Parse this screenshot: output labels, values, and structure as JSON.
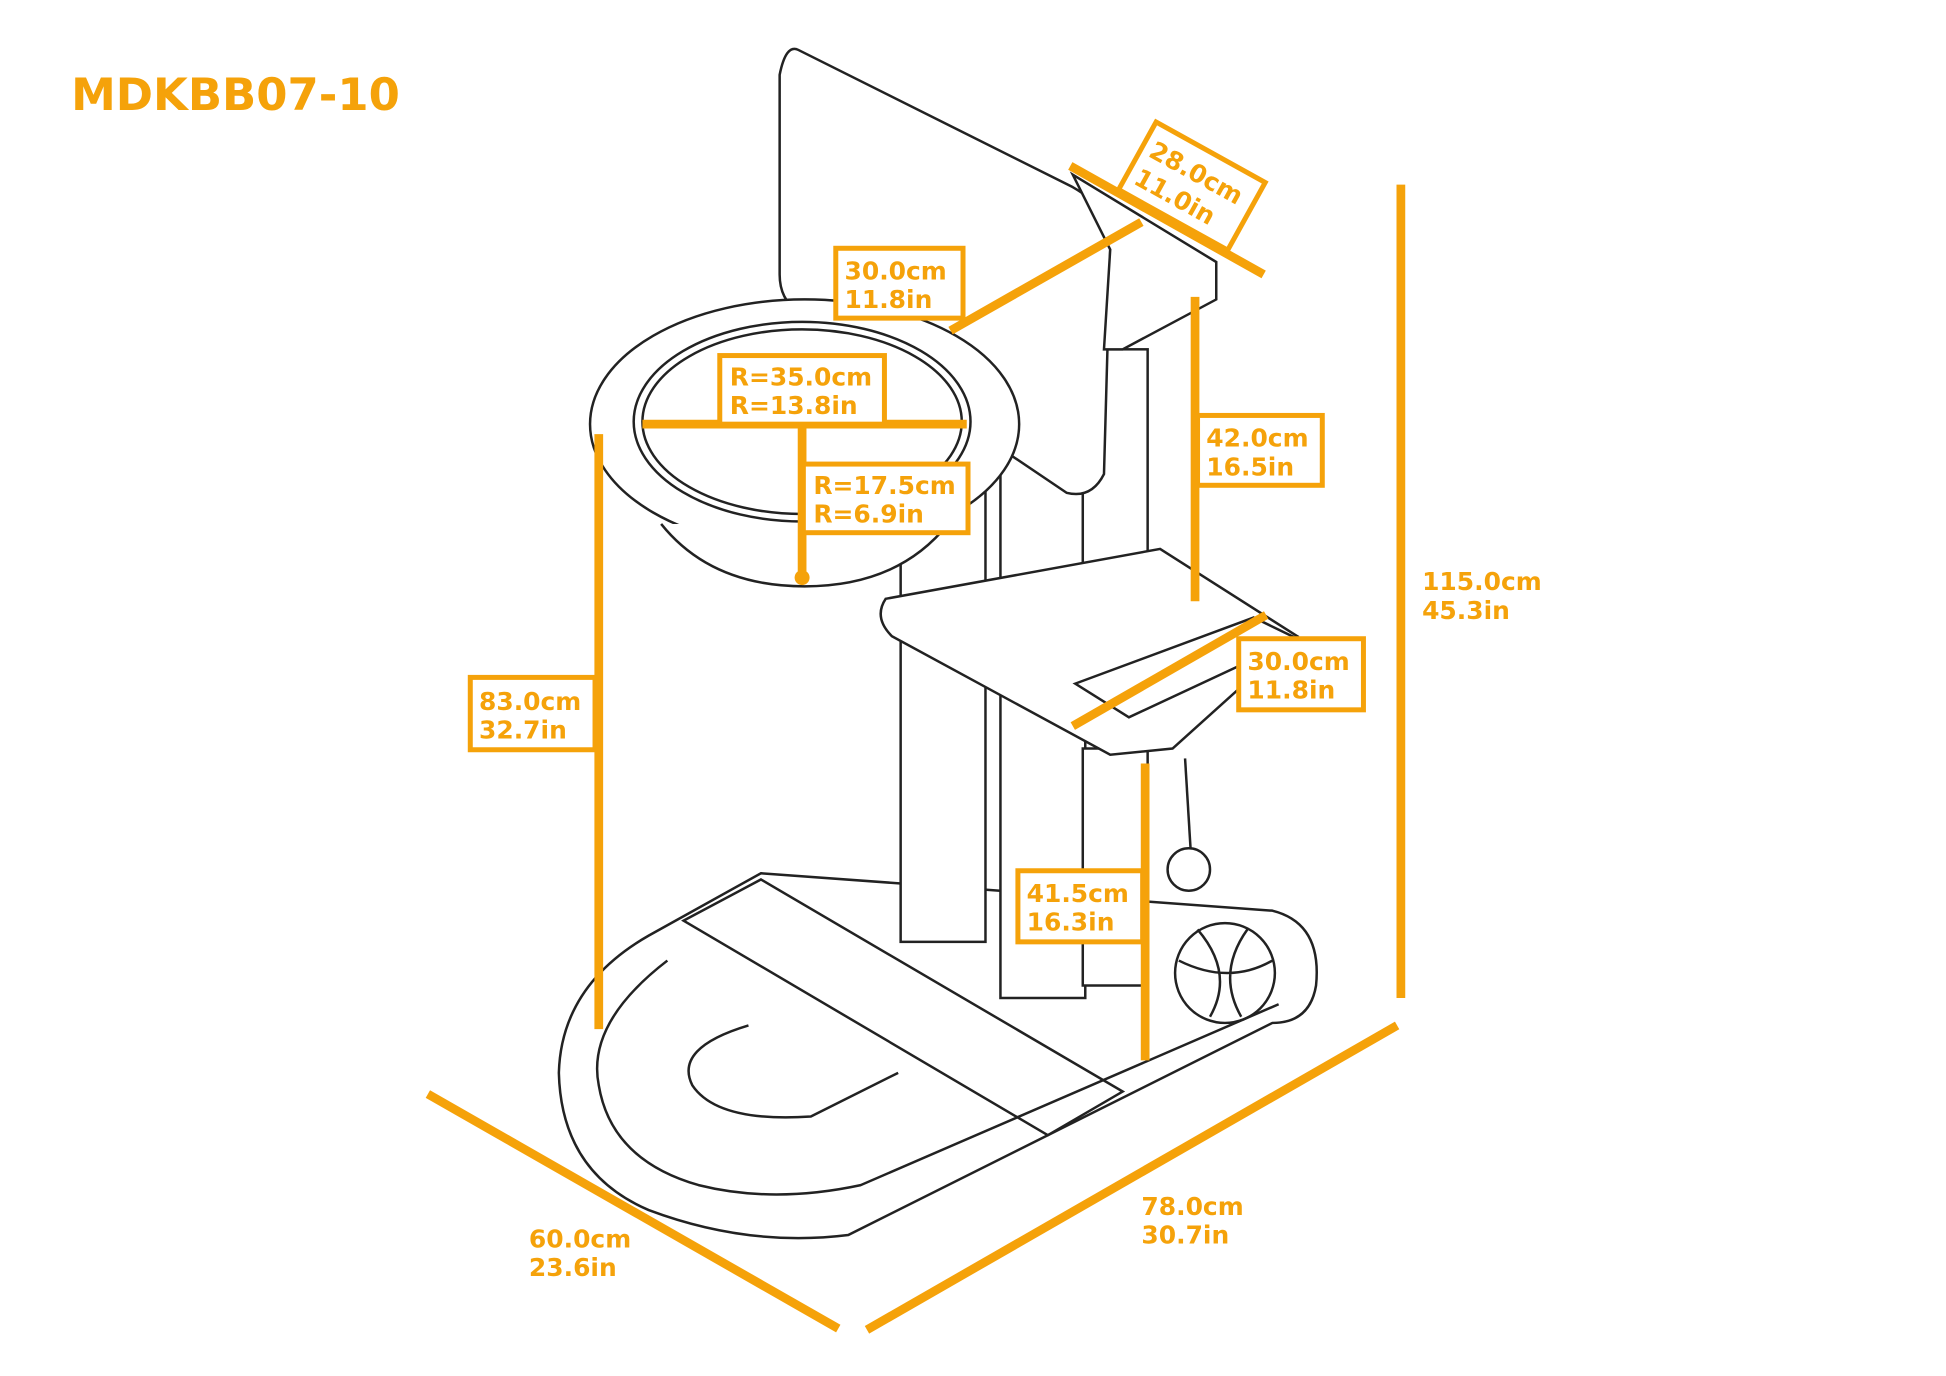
{
  "title": "MDKBB07-10",
  "accent_color": "#f5a20a",
  "dimensions": {
    "backboard_depth": {
      "cm": "28.0cm",
      "in": "11.0in"
    },
    "backboard_width": {
      "cm": "30.0cm",
      "in": "11.8in"
    },
    "hoop_outer_radius": {
      "cm": "R=35.0cm",
      "in": "R=13.8in"
    },
    "hoop_inner_radius": {
      "cm": "R=17.5cm",
      "in": "R=6.9in"
    },
    "upper_post_height": {
      "cm": "42.0cm",
      "in": "16.5in"
    },
    "total_height": {
      "cm": "115.0cm",
      "in": "45.3in"
    },
    "hoop_height": {
      "cm": "83.0cm",
      "in": "32.7in"
    },
    "platform_width": {
      "cm": "30.0cm",
      "in": "11.8in"
    },
    "platform_height": {
      "cm": "41.5cm",
      "in": "16.3in"
    },
    "base_depth": {
      "cm": "60.0cm",
      "in": "23.6in"
    },
    "base_length": {
      "cm": "78.0cm",
      "in": "30.7in"
    }
  }
}
